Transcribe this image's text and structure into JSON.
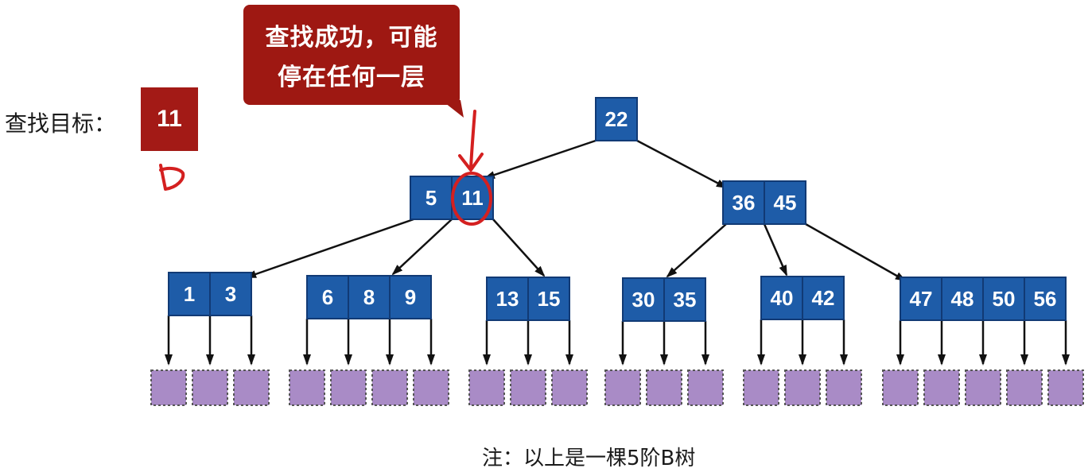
{
  "search": {
    "label": "查找目标：",
    "target": "11"
  },
  "callout": {
    "line1": "查找成功，可能",
    "line2": "停在任何一层"
  },
  "note": "注：以上是一棵5阶B树",
  "colors": {
    "node": "#1e5ca8",
    "node_border": "#113a75",
    "edge": "#111111",
    "leaf": "#a98bc6",
    "leaf_border": "#555555",
    "target": "#a31a16",
    "annotation": "#d42020"
  },
  "tree": {
    "root": {
      "keys": [
        "22"
      ]
    },
    "level1": [
      {
        "keys": [
          "5",
          "11"
        ],
        "highlighted_key": "11"
      },
      {
        "keys": [
          "36",
          "45"
        ]
      }
    ],
    "level2": [
      {
        "keys": [
          "1",
          "3"
        ],
        "parent": 0
      },
      {
        "keys": [
          "6",
          "8",
          "9"
        ],
        "parent": 0
      },
      {
        "keys": [
          "13",
          "15"
        ],
        "parent": 0
      },
      {
        "keys": [
          "30",
          "35"
        ],
        "parent": 1
      },
      {
        "keys": [
          "40",
          "42"
        ],
        "parent": 1
      },
      {
        "keys": [
          "47",
          "48",
          "50",
          "56"
        ],
        "parent": 1
      }
    ]
  }
}
